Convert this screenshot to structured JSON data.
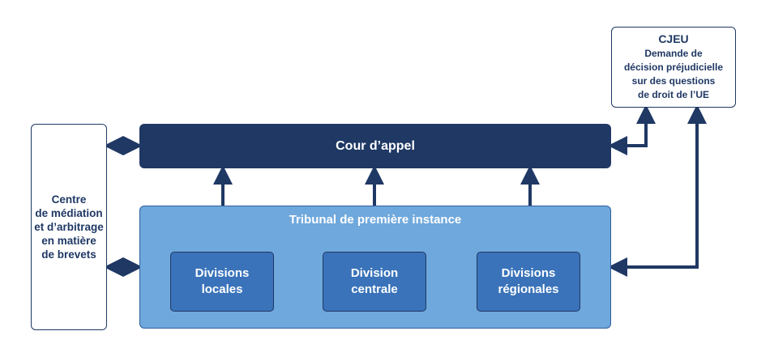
{
  "cjeu": {
    "title": "CJEU",
    "text": "Demande de\ndécision préjudicielle\nsur des questions\nde droit de l’UE"
  },
  "centre": {
    "text": "Centre\nde médiation\net d’arbitrage\nen matière\nde brevets"
  },
  "cour": {
    "label": "Cour d’appel"
  },
  "tribunal": {
    "title": "Tribunal de première instance",
    "divisions": [
      {
        "label": "Divisions\nlocales"
      },
      {
        "label": "Division\ncentrale"
      },
      {
        "label": "Divisions\nrégionales"
      }
    ]
  },
  "colors": {
    "dark": "#1f3864",
    "light": "#6fa8dc",
    "mid": "#3a73ba"
  }
}
